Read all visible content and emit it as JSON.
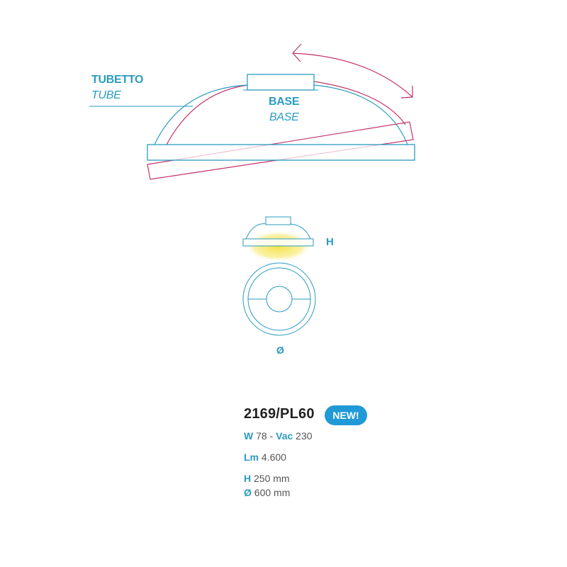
{
  "diagram": {
    "labels": {
      "tube_it": "TUBETTO",
      "tube_en": "TUBE",
      "base_it": "BASE",
      "base_en": "BASE",
      "height_symbol": "H",
      "diameter_symbol": "Ø"
    },
    "colors": {
      "teal": "#2a9bbf",
      "pink": "#c2336e",
      "light_glow": "#f5e03a"
    }
  },
  "product": {
    "model": "2169/PL60",
    "badge": "NEW!",
    "specs": {
      "watt_label": "W",
      "watt_value": "78",
      "separator": "-",
      "volt_label": "Vac",
      "volt_value": "230",
      "lumen_label": "Lm",
      "lumen_value": "4.600",
      "height_label": "H",
      "height_value": "250 mm",
      "diameter_label": "Ø",
      "diameter_value": "600 mm"
    }
  }
}
